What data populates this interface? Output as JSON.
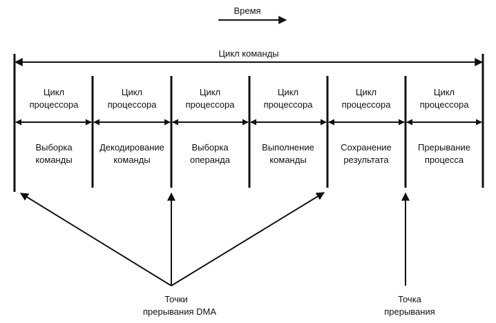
{
  "time_label": "Время",
  "instruction_cycle_label": "Цикл команды",
  "processor_cycles": [
    {
      "label_line1": "Цикл",
      "label_line2": "процессора",
      "stage_line1": "Выборка",
      "stage_line2": "команды"
    },
    {
      "label_line1": "Цикл",
      "label_line2": "процессора",
      "stage_line1": "Декодирование",
      "stage_line2": "команды"
    },
    {
      "label_line1": "Цикл",
      "label_line2": "процессора",
      "stage_line1": "Выборка",
      "stage_line2": "операнда"
    },
    {
      "label_line1": "Цикл",
      "label_line2": "процессора",
      "stage_line1": "Выполнение",
      "stage_line2": "команды"
    },
    {
      "label_line1": "Цикл",
      "label_line2": "процессора",
      "stage_line1": "Сохранение",
      "stage_line2": "результата"
    },
    {
      "label_line1": "Цикл",
      "label_line2": "процессора",
      "stage_line1": "Прерывание",
      "stage_line2": "процесса"
    }
  ],
  "dma_points_label_line1": "Точки",
  "dma_points_label_line2": "прерывания DMA",
  "interrupt_point_label_line1": "Точка",
  "interrupt_point_label_line2": "прерывания"
}
